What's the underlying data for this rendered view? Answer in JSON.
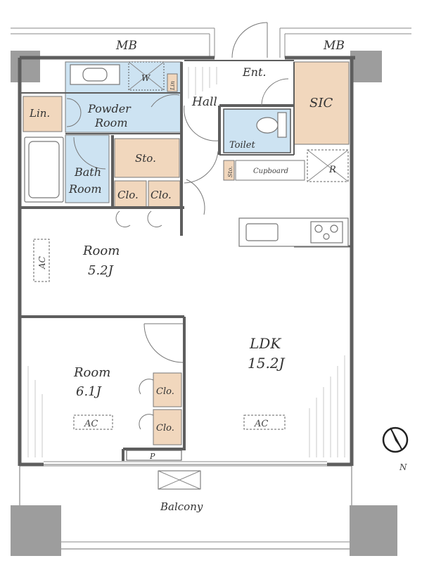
{
  "colors": {
    "storage": "#f1d7bd",
    "wet_area": "#cde3f2",
    "wall": "#5e5e5e",
    "column": "#9d9d9d",
    "background": "#ffffff"
  },
  "labels": {
    "mb_left": "MB",
    "mb_right": "MB",
    "entrance": "Ent.",
    "hall": "Hall",
    "sic": "SIC",
    "toilet": "Toilet",
    "cupboard": "Cupboard",
    "refrigerator": "R",
    "linen": "Lin.",
    "powder_room_line1": "Powder",
    "powder_room_line2": "Room",
    "washer": "W",
    "linen_small": "Lin",
    "storage": "Sto.",
    "shoe_storage": "Sto.",
    "bath_line1": "Bath",
    "bath_line2": "Room",
    "closet_1": "Clo.",
    "closet_2": "Clo.",
    "closet_3": "Clo.",
    "closet_4": "Clo.",
    "room1_name": "Room",
    "room1_size": "5.2J",
    "room2_name": "Room",
    "room2_size": "6.1J",
    "ldk_name": "LDK",
    "ldk_size": "15.2J",
    "ac_1": "AC",
    "ac_2": "AC",
    "ac_3": "AC",
    "pipe_space": "P",
    "balcony": "Balcony",
    "north": "N"
  }
}
